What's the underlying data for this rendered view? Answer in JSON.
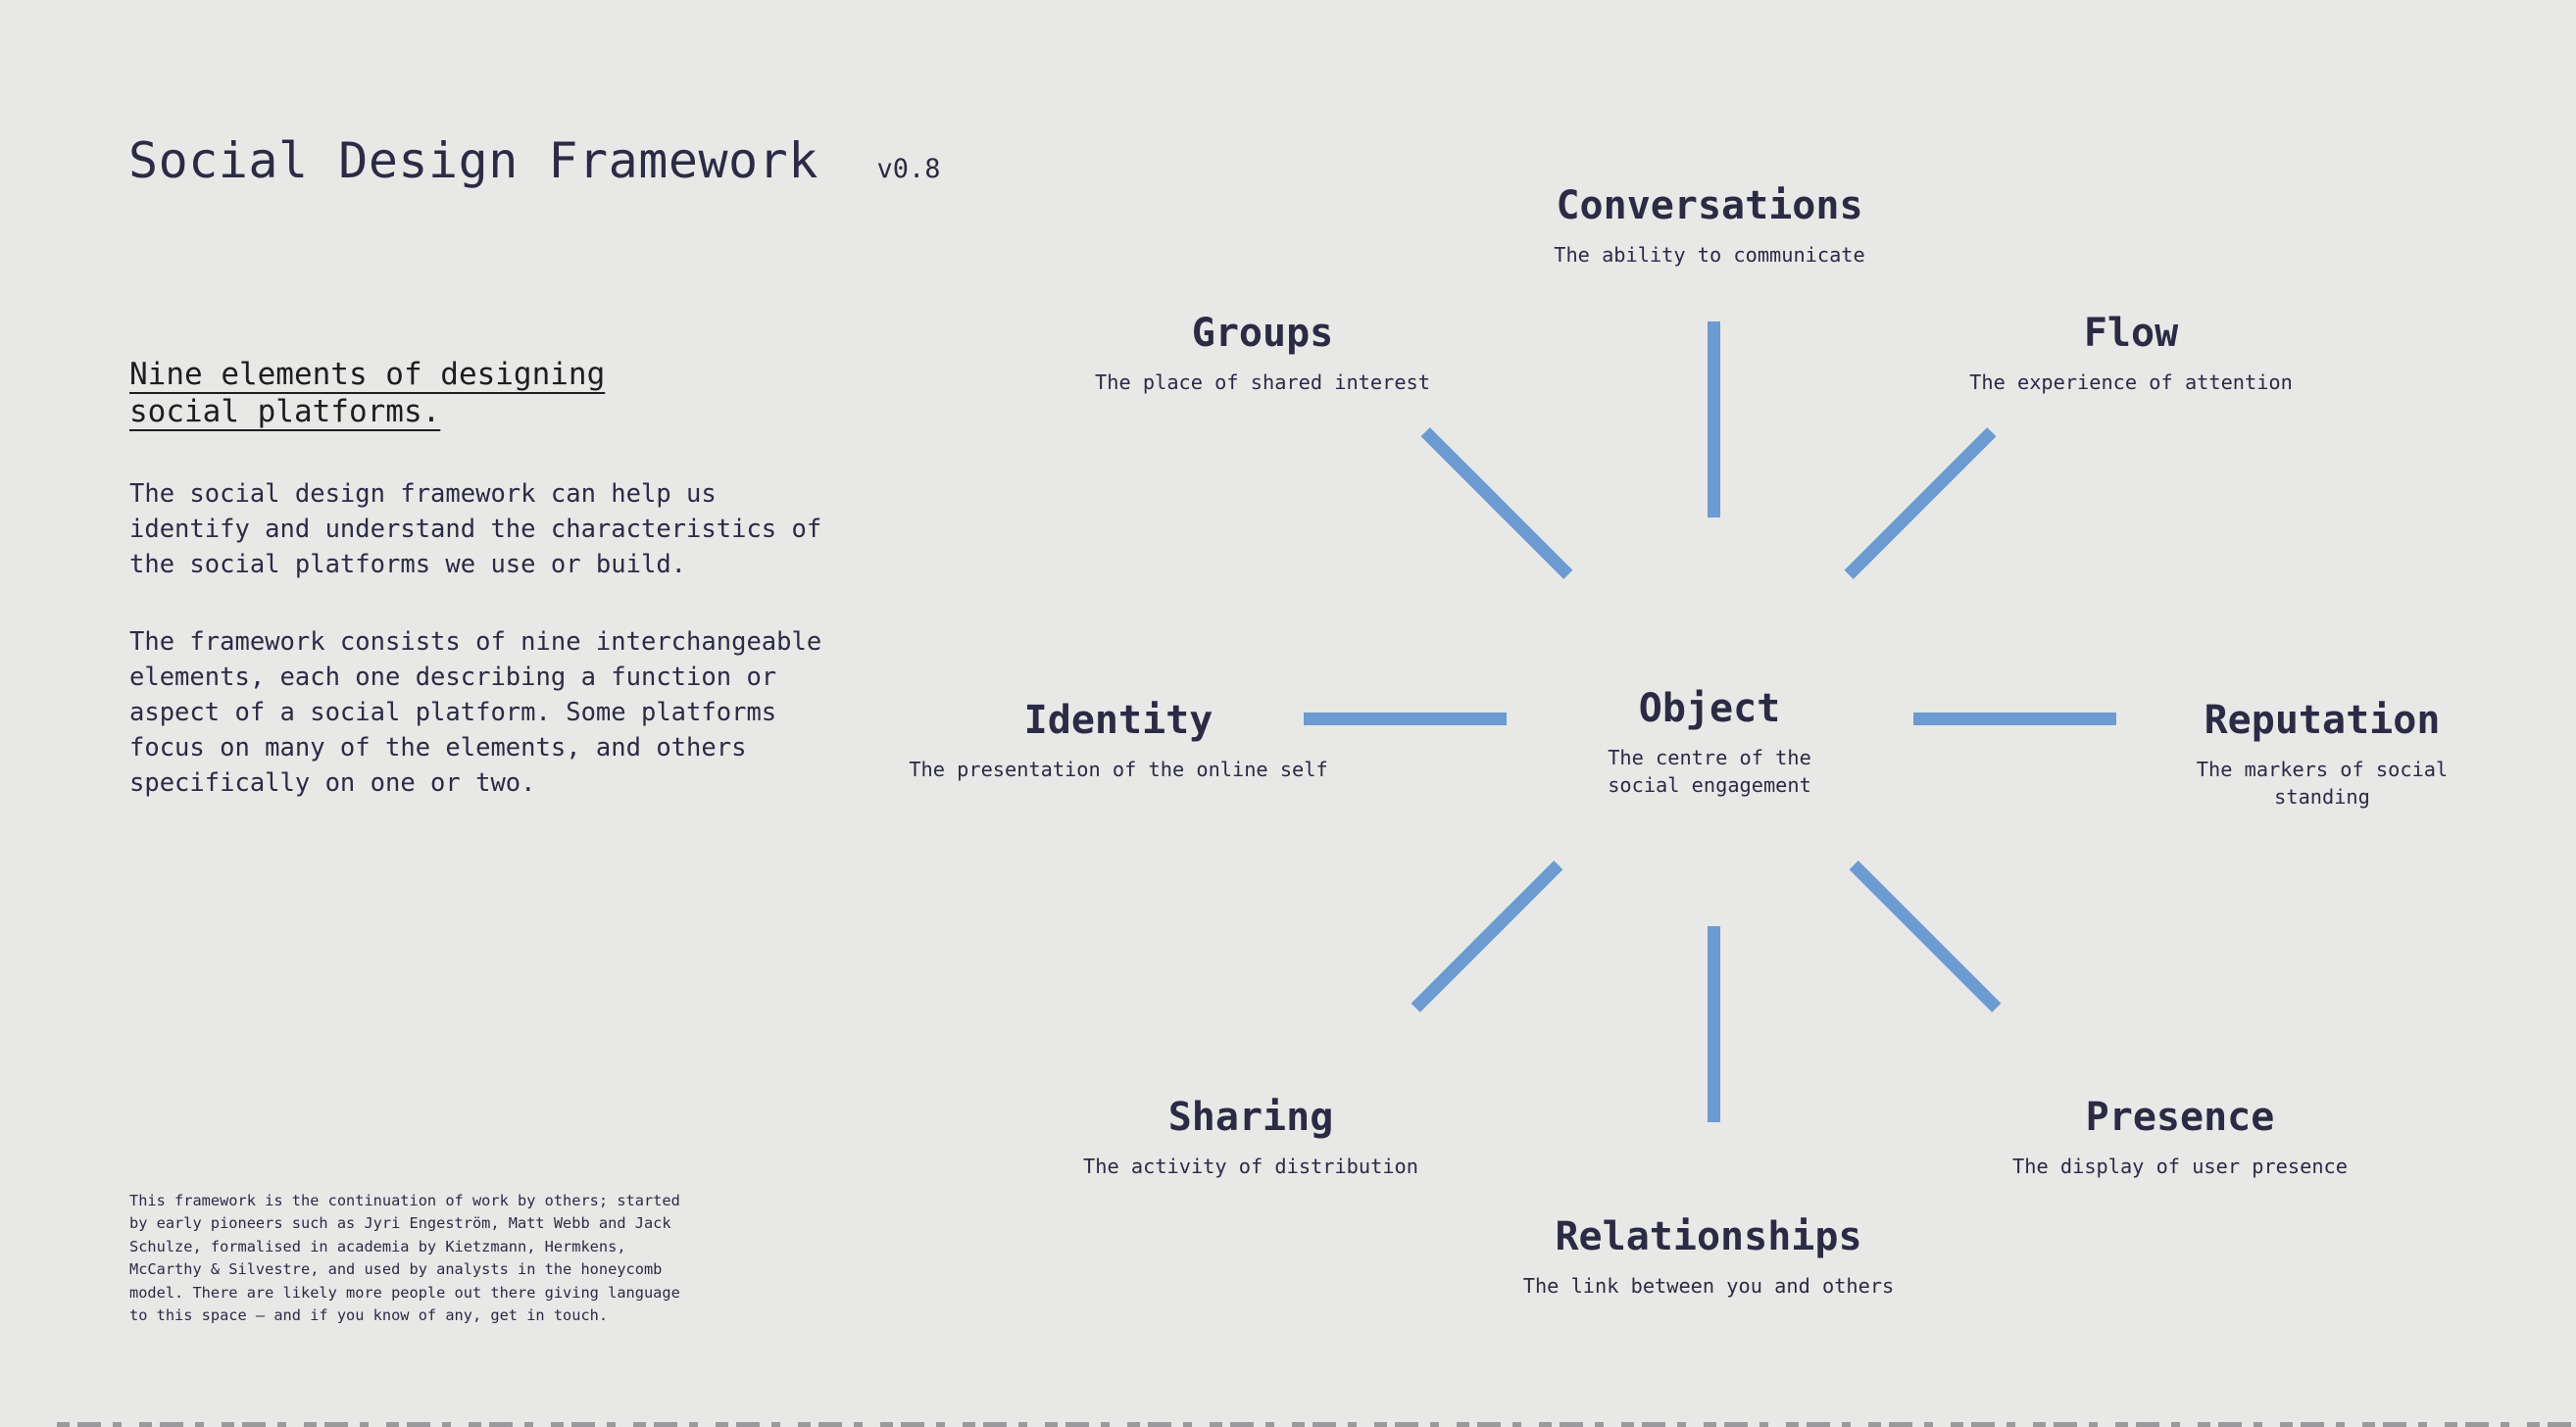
{
  "header": {
    "title": "Social Design Framework",
    "version": "v0.8"
  },
  "sidebar": {
    "heading": "Nine elements of designing\nsocial platforms.",
    "paragraph1": "The social design framework can help us\nidentify and understand the characteristics of\nthe social platforms we use or build.",
    "paragraph2": "The framework consists of nine interchangeable\nelements, each one describing a function or\naspect of a social platform. Some platforms\nfocus on many of the elements, and others\nspecifically on one or two.",
    "footnote": "This framework is the continuation of work by others; started\nby early pioneers such as Jyri Engeström, Matt Webb and Jack\nSchulze, formalised in academia by Kietzmann, Hermkens,\nMcCarthy & Silvestre, and used by analysts in the honeycomb\nmodel. There are likely more people out there giving language\nto this space – and if you know of any, get in touch."
  },
  "diagram": {
    "center": {
      "title": "Object",
      "subtitle": "The centre of the\nsocial engagement"
    },
    "nodes": [
      {
        "id": "conversations",
        "title": "Conversations",
        "subtitle": "The ability to communicate"
      },
      {
        "id": "groups",
        "title": "Groups",
        "subtitle": "The place of shared interest"
      },
      {
        "id": "flow",
        "title": "Flow",
        "subtitle": "The experience of attention"
      },
      {
        "id": "identity",
        "title": "Identity",
        "subtitle": "The presentation of the online self"
      },
      {
        "id": "reputation",
        "title": "Reputation",
        "subtitle": "The markers of social standing"
      },
      {
        "id": "sharing",
        "title": "Sharing",
        "subtitle": "The activity of distribution"
      },
      {
        "id": "presence",
        "title": "Presence",
        "subtitle": "The display of user presence"
      },
      {
        "id": "relationships",
        "title": "Relationships",
        "subtitle": "The link between you and others"
      }
    ]
  },
  "colors": {
    "background": "#E8E8E7",
    "ink": "#2B2B45",
    "ink_strong": "#1E1E1E",
    "spoke": "#6B9BD0"
  }
}
